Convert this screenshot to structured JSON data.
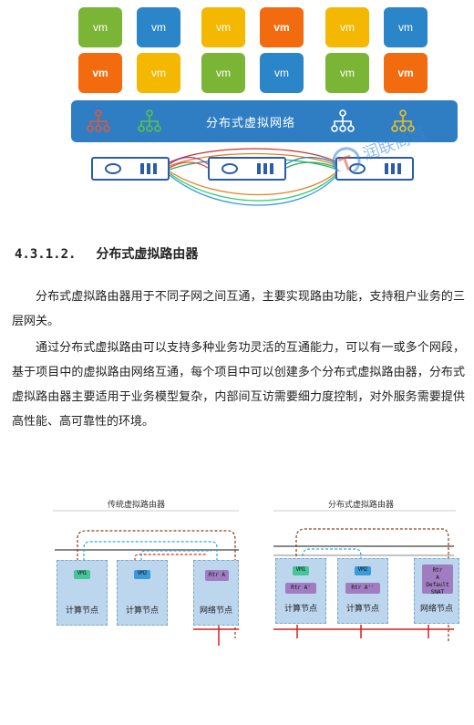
{
  "top_diagram": {
    "vm_tiles": [
      {
        "label": "vm",
        "color": "#7ab536",
        "bold": false
      },
      {
        "label": "vm",
        "color": "#2a86c8",
        "bold": false
      },
      {
        "label": "vm",
        "color": "#f5b800",
        "bold": false
      },
      {
        "label": "vm",
        "color": "#f26b0f",
        "bold": true
      },
      {
        "label": "vm",
        "color": "#f5b800",
        "bold": false
      },
      {
        "label": "vm",
        "color": "#2a86c8",
        "bold": false
      },
      {
        "label": "vm",
        "color": "#f26b0f",
        "bold": true
      },
      {
        "label": "vm",
        "color": "#f5b800",
        "bold": false
      },
      {
        "label": "vm",
        "color": "#7ab536",
        "bold": false
      },
      {
        "label": "vm",
        "color": "#2a86c8",
        "bold": false
      },
      {
        "label": "vm",
        "color": "#7ab536",
        "bold": false
      },
      {
        "label": "vm",
        "color": "#f26b0f",
        "bold": true
      }
    ],
    "network_label": "分布式虚拟网络",
    "network_icons": [
      "network-tree-icon-red",
      "network-tree-icon-green",
      "network-tree-icon-white",
      "network-tree-icon-yellow"
    ],
    "watermark_text": "润联商城"
  },
  "section": {
    "number": "4.3.1.2.",
    "title": "分布式虚拟路由器"
  },
  "paragraphs": [
    "分布式虚拟路由器用于不同子网之间互通，主要实现路由功能，支持租户业务的三层网关。",
    "通过分布式虚拟路由可以支持多种业务功灵活的互通能力，可以有一或多个网段，基于项目中的虚拟路由网络互通，每个项目中可以创建多个分布式虚拟路由器，分布式虚拟路由器主要适用于业务模型复杂，内部间互访需要细力度控制，对外服务需要提供高性能、高可靠性的环境。"
  ],
  "comparison_diagram": {
    "left": {
      "title": "传统虚拟路由器",
      "nodes": [
        {
          "label": "计算节点",
          "chips": [
            "VM1"
          ]
        },
        {
          "label": "计算节点",
          "chips": [
            "VM2"
          ]
        },
        {
          "label": "网络节点",
          "chips": [
            "Rtr A"
          ]
        }
      ]
    },
    "right": {
      "title": "分布式虚拟路由器",
      "nodes": [
        {
          "label": "计算节点",
          "chips": [
            "VM1",
            "Rtr A'"
          ]
        },
        {
          "label": "计算节点",
          "chips": [
            "VM2",
            "Rtr A''"
          ]
        },
        {
          "label": "网络节点",
          "chips": [
            "Rtr A Default SNAT"
          ]
        }
      ]
    },
    "colors": {
      "blue_flow": "#29a8e0",
      "brown_flow": "#8b3a1a",
      "red_flow": "#e02020",
      "bus": "#888888",
      "external_bus": "#d42020"
    }
  }
}
